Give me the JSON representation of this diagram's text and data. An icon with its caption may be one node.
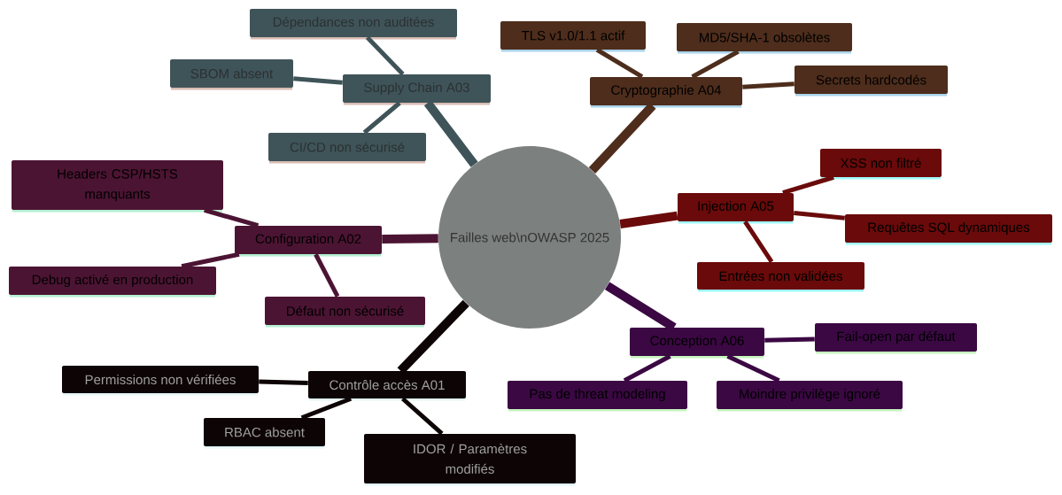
{
  "diagram": {
    "nodes": [
      {
        "text": [
          "Failles web\\nOWASP 2025"
        ]
      },
      {
        "text": [
          "Supply Chain A03"
        ]
      },
      {
        "text": [
          "Dépendances non auditées"
        ]
      },
      {
        "text": [
          "SBOM absent"
        ]
      },
      {
        "text": [
          "CI/CD non sécurisé"
        ]
      },
      {
        "text": [
          "Cryptographie A04"
        ]
      },
      {
        "text": [
          "TLS v1.0/1.1 actif"
        ]
      },
      {
        "text": [
          "MD5/SHA-1 obsolètes"
        ]
      },
      {
        "text": [
          "Secrets hardcodés"
        ]
      },
      {
        "text": [
          "Configuration A02"
        ]
      },
      {
        "text": [
          "Headers CSP/HSTS manquants"
        ]
      },
      {
        "text": [
          "Debug activé en production"
        ]
      },
      {
        "text": [
          "Défaut non sécurisé"
        ]
      },
      {
        "text": [
          "Injection A05"
        ]
      },
      {
        "text": [
          "XSS non filtré"
        ]
      },
      {
        "text": [
          "Requêtes SQL dynamiques"
        ]
      },
      {
        "text": [
          "Entrées non validées"
        ]
      },
      {
        "text": [
          "Conception A06"
        ]
      },
      {
        "text": [
          "Fail-open par défaut"
        ]
      },
      {
        "text": [
          "Pas de threat modeling"
        ]
      },
      {
        "text": [
          "Moindre privilège ignoré"
        ]
      },
      {
        "text": [
          "Contrôle accès A01"
        ]
      },
      {
        "text": [
          "Permissions non vérifiées"
        ]
      },
      {
        "text": [
          "RBAC absent"
        ]
      },
      {
        "text": [
          "IDOR / Paramètres modifiés"
        ]
      }
    ],
    "edges": [
      {
        "from": 0,
        "to": 1,
        "arrow": "none",
        "style": "thick",
        "color": "#3f5459"
      },
      {
        "from": 1,
        "to": 2,
        "arrow": "none",
        "color": "#3f5459"
      },
      {
        "from": 1,
        "to": 3,
        "arrow": "none",
        "color": "#3f5459"
      },
      {
        "from": 1,
        "to": 4,
        "arrow": "none",
        "color": "#3f5459"
      },
      {
        "from": 0,
        "to": 5,
        "arrow": "none",
        "style": "thick",
        "color": "#4e2d1c"
      },
      {
        "from": 5,
        "to": 6,
        "arrow": "none",
        "color": "#4e2d1c"
      },
      {
        "from": 5,
        "to": 7,
        "arrow": "none",
        "color": "#4e2d1c"
      },
      {
        "from": 5,
        "to": 8,
        "arrow": "none",
        "color": "#4e2d1c"
      },
      {
        "from": 0,
        "to": 9,
        "arrow": "none",
        "style": "thick",
        "color": "#4c1433"
      },
      {
        "from": 9,
        "to": 10,
        "arrow": "none",
        "color": "#4c1433"
      },
      {
        "from": 9,
        "to": 11,
        "arrow": "none",
        "color": "#4c1433"
      },
      {
        "from": 9,
        "to": 12,
        "arrow": "none",
        "color": "#4c1433"
      },
      {
        "from": 0,
        "to": 13,
        "arrow": "none",
        "style": "thick",
        "color": "#6a0a0a"
      },
      {
        "from": 13,
        "to": 14,
        "arrow": "none",
        "color": "#6a0a0a"
      },
      {
        "from": 13,
        "to": 15,
        "arrow": "none",
        "color": "#6a0a0a"
      },
      {
        "from": 13,
        "to": 16,
        "arrow": "none",
        "color": "#6a0a0a"
      },
      {
        "from": 0,
        "to": 17,
        "arrow": "none",
        "style": "thick",
        "color": "#3b0843"
      },
      {
        "from": 17,
        "to": 18,
        "arrow": "none",
        "color": "#3b0843"
      },
      {
        "from": 17,
        "to": 19,
        "arrow": "none",
        "color": "#3b0843"
      },
      {
        "from": 17,
        "to": 20,
        "arrow": "none",
        "color": "#3b0843"
      },
      {
        "from": 0,
        "to": 21,
        "arrow": "none",
        "style": "thick",
        "color": "#0d0405"
      },
      {
        "from": 21,
        "to": 22,
        "arrow": "none",
        "color": "#0d0405"
      },
      {
        "from": 21,
        "to": 23,
        "arrow": "none",
        "color": "#0d0405"
      },
      {
        "from": 21,
        "to": 24,
        "arrow": "none",
        "color": "#0d0405"
      }
    ]
  }
}
